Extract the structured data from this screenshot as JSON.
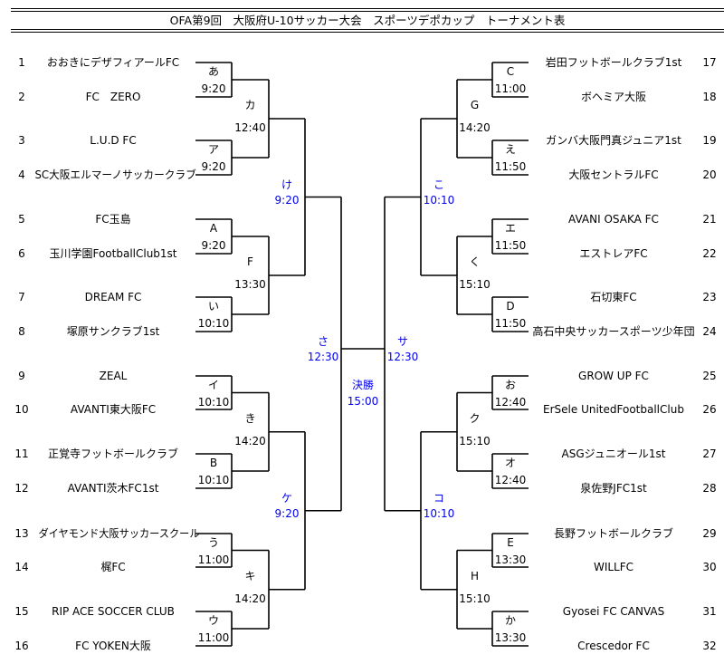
{
  "title": "OFA第9回　大阪府U-10サッカー大会　スポーツデポカップ　トーナメント表",
  "colors": {
    "lines": "#000000",
    "later_rounds": "#0000ee"
  },
  "teams_left": [
    {
      "no": "1",
      "name": "おおきにデザフィアールFC"
    },
    {
      "no": "2",
      "name": "FC　ZERO"
    },
    {
      "no": "3",
      "name": "L.U.D FC"
    },
    {
      "no": "4",
      "name": "SC大阪エルマーノサッカークラブ"
    },
    {
      "no": "5",
      "name": "FC玉島"
    },
    {
      "no": "6",
      "name": "玉川学園FootballClub1st"
    },
    {
      "no": "7",
      "name": "DREAM FC"
    },
    {
      "no": "8",
      "name": "塚原サンクラブ1st"
    },
    {
      "no": "9",
      "name": "ZEAL"
    },
    {
      "no": "10",
      "name": "AVANTI東大阪FC"
    },
    {
      "no": "11",
      "name": "正覚寺フットボールクラブ"
    },
    {
      "no": "12",
      "name": "AVANTI茨木FC1st"
    },
    {
      "no": "13",
      "name": "ダイヤモンド大阪サッカースクール"
    },
    {
      "no": "14",
      "name": "梶FC"
    },
    {
      "no": "15",
      "name": "RIP ACE SOCCER CLUB"
    },
    {
      "no": "16",
      "name": "FC YOKEN大阪"
    }
  ],
  "teams_right": [
    {
      "no": "17",
      "name": "岩田フットボールクラブ1st"
    },
    {
      "no": "18",
      "name": "ボヘミア大阪"
    },
    {
      "no": "19",
      "name": "ガンバ大阪門真ジュニア1st"
    },
    {
      "no": "20",
      "name": "大阪セントラルFC"
    },
    {
      "no": "21",
      "name": "AVANI OSAKA FC"
    },
    {
      "no": "22",
      "name": "エストレアFC"
    },
    {
      "no": "23",
      "name": "石切東FC"
    },
    {
      "no": "24",
      "name": "高石中央サッカースポーツ少年団"
    },
    {
      "no": "25",
      "name": "GROW UP FC"
    },
    {
      "no": "26",
      "name": "ErSele UnitedFootballClub"
    },
    {
      "no": "27",
      "name": "ASGジュニオール1st"
    },
    {
      "no": "28",
      "name": "泉佐野JFC1st"
    },
    {
      "no": "29",
      "name": "長野フットボールクラブ"
    },
    {
      "no": "30",
      "name": "WILLFC"
    },
    {
      "no": "31",
      "name": "Gyosei FC CANVAS"
    },
    {
      "no": "32",
      "name": "Crescedor FC"
    }
  ],
  "left_rounds": [
    [
      {
        "id": "あ",
        "time": "9:20"
      },
      {
        "id": "ア",
        "time": "9:20"
      },
      {
        "id": "A",
        "time": "9:20"
      },
      {
        "id": "い",
        "time": "10:10"
      },
      {
        "id": "イ",
        "time": "10:10"
      },
      {
        "id": "B",
        "time": "10:10"
      },
      {
        "id": "う",
        "time": "11:00"
      },
      {
        "id": "ウ",
        "time": "11:00"
      }
    ],
    [
      {
        "id": "カ",
        "time": "12:40"
      },
      {
        "id": "F",
        "time": "13:30"
      },
      {
        "id": "き",
        "time": "14:20"
      },
      {
        "id": "キ",
        "time": "14:20"
      }
    ],
    [
      {
        "id": "け",
        "time": "9:20"
      },
      {
        "id": "ケ",
        "time": "9:20"
      }
    ],
    [
      {
        "id": "さ",
        "time": "12:30"
      }
    ]
  ],
  "right_rounds": [
    [
      {
        "id": "C",
        "time": "11:00"
      },
      {
        "id": "え",
        "time": "11:50"
      },
      {
        "id": "エ",
        "time": "11:50"
      },
      {
        "id": "D",
        "time": "11:50"
      },
      {
        "id": "お",
        "time": "12:40"
      },
      {
        "id": "オ",
        "time": "12:40"
      },
      {
        "id": "E",
        "time": "13:30"
      },
      {
        "id": "か",
        "time": "13:30"
      }
    ],
    [
      {
        "id": "G",
        "time": "14:20"
      },
      {
        "id": "く",
        "time": "15:10"
      },
      {
        "id": "ク",
        "time": "15:10"
      },
      {
        "id": "H",
        "time": "15:10"
      }
    ],
    [
      {
        "id": "こ",
        "time": "10:10"
      },
      {
        "id": "コ",
        "time": "10:10"
      }
    ],
    [
      {
        "id": "サ",
        "time": "12:30"
      }
    ]
  ],
  "final": {
    "label": "決勝",
    "time": "15:00"
  }
}
